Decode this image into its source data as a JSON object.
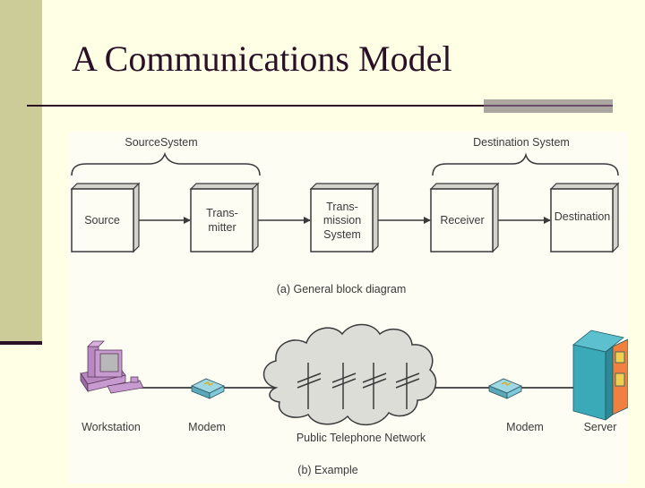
{
  "slide": {
    "title": "A Communications Model"
  },
  "diagram_a": {
    "groups": {
      "source_system": "SourceSystem",
      "destination_system": "Destination System"
    },
    "blocks": [
      {
        "id": "source",
        "lines": [
          "Source"
        ]
      },
      {
        "id": "transmitter",
        "lines": [
          "Trans-",
          "mitter"
        ]
      },
      {
        "id": "transmission-system",
        "lines": [
          "Trans-",
          "mission",
          "System"
        ]
      },
      {
        "id": "receiver",
        "lines": [
          "Receiver"
        ]
      },
      {
        "id": "destination",
        "lines": [
          "Destination"
        ]
      }
    ],
    "caption": "(a) General block diagram"
  },
  "diagram_b": {
    "nodes": {
      "workstation": "Workstation",
      "modem_left": "Modem",
      "network": "Public Telephone Network",
      "modem_right": "Modem",
      "server": "Server"
    },
    "caption": "(b) Example"
  },
  "colors": {
    "background": "#FFFFE5",
    "sidebar": "#CCCC99",
    "title": "#2A0F26",
    "accent_bar": "#ABA7A0",
    "box_side": "#D4D4CC",
    "cloud": "#DDDDD8",
    "workstation": "#C79BD0",
    "modem": "#7FC8D8",
    "server": "#3AA9B8",
    "server_panel": "#F08040"
  }
}
